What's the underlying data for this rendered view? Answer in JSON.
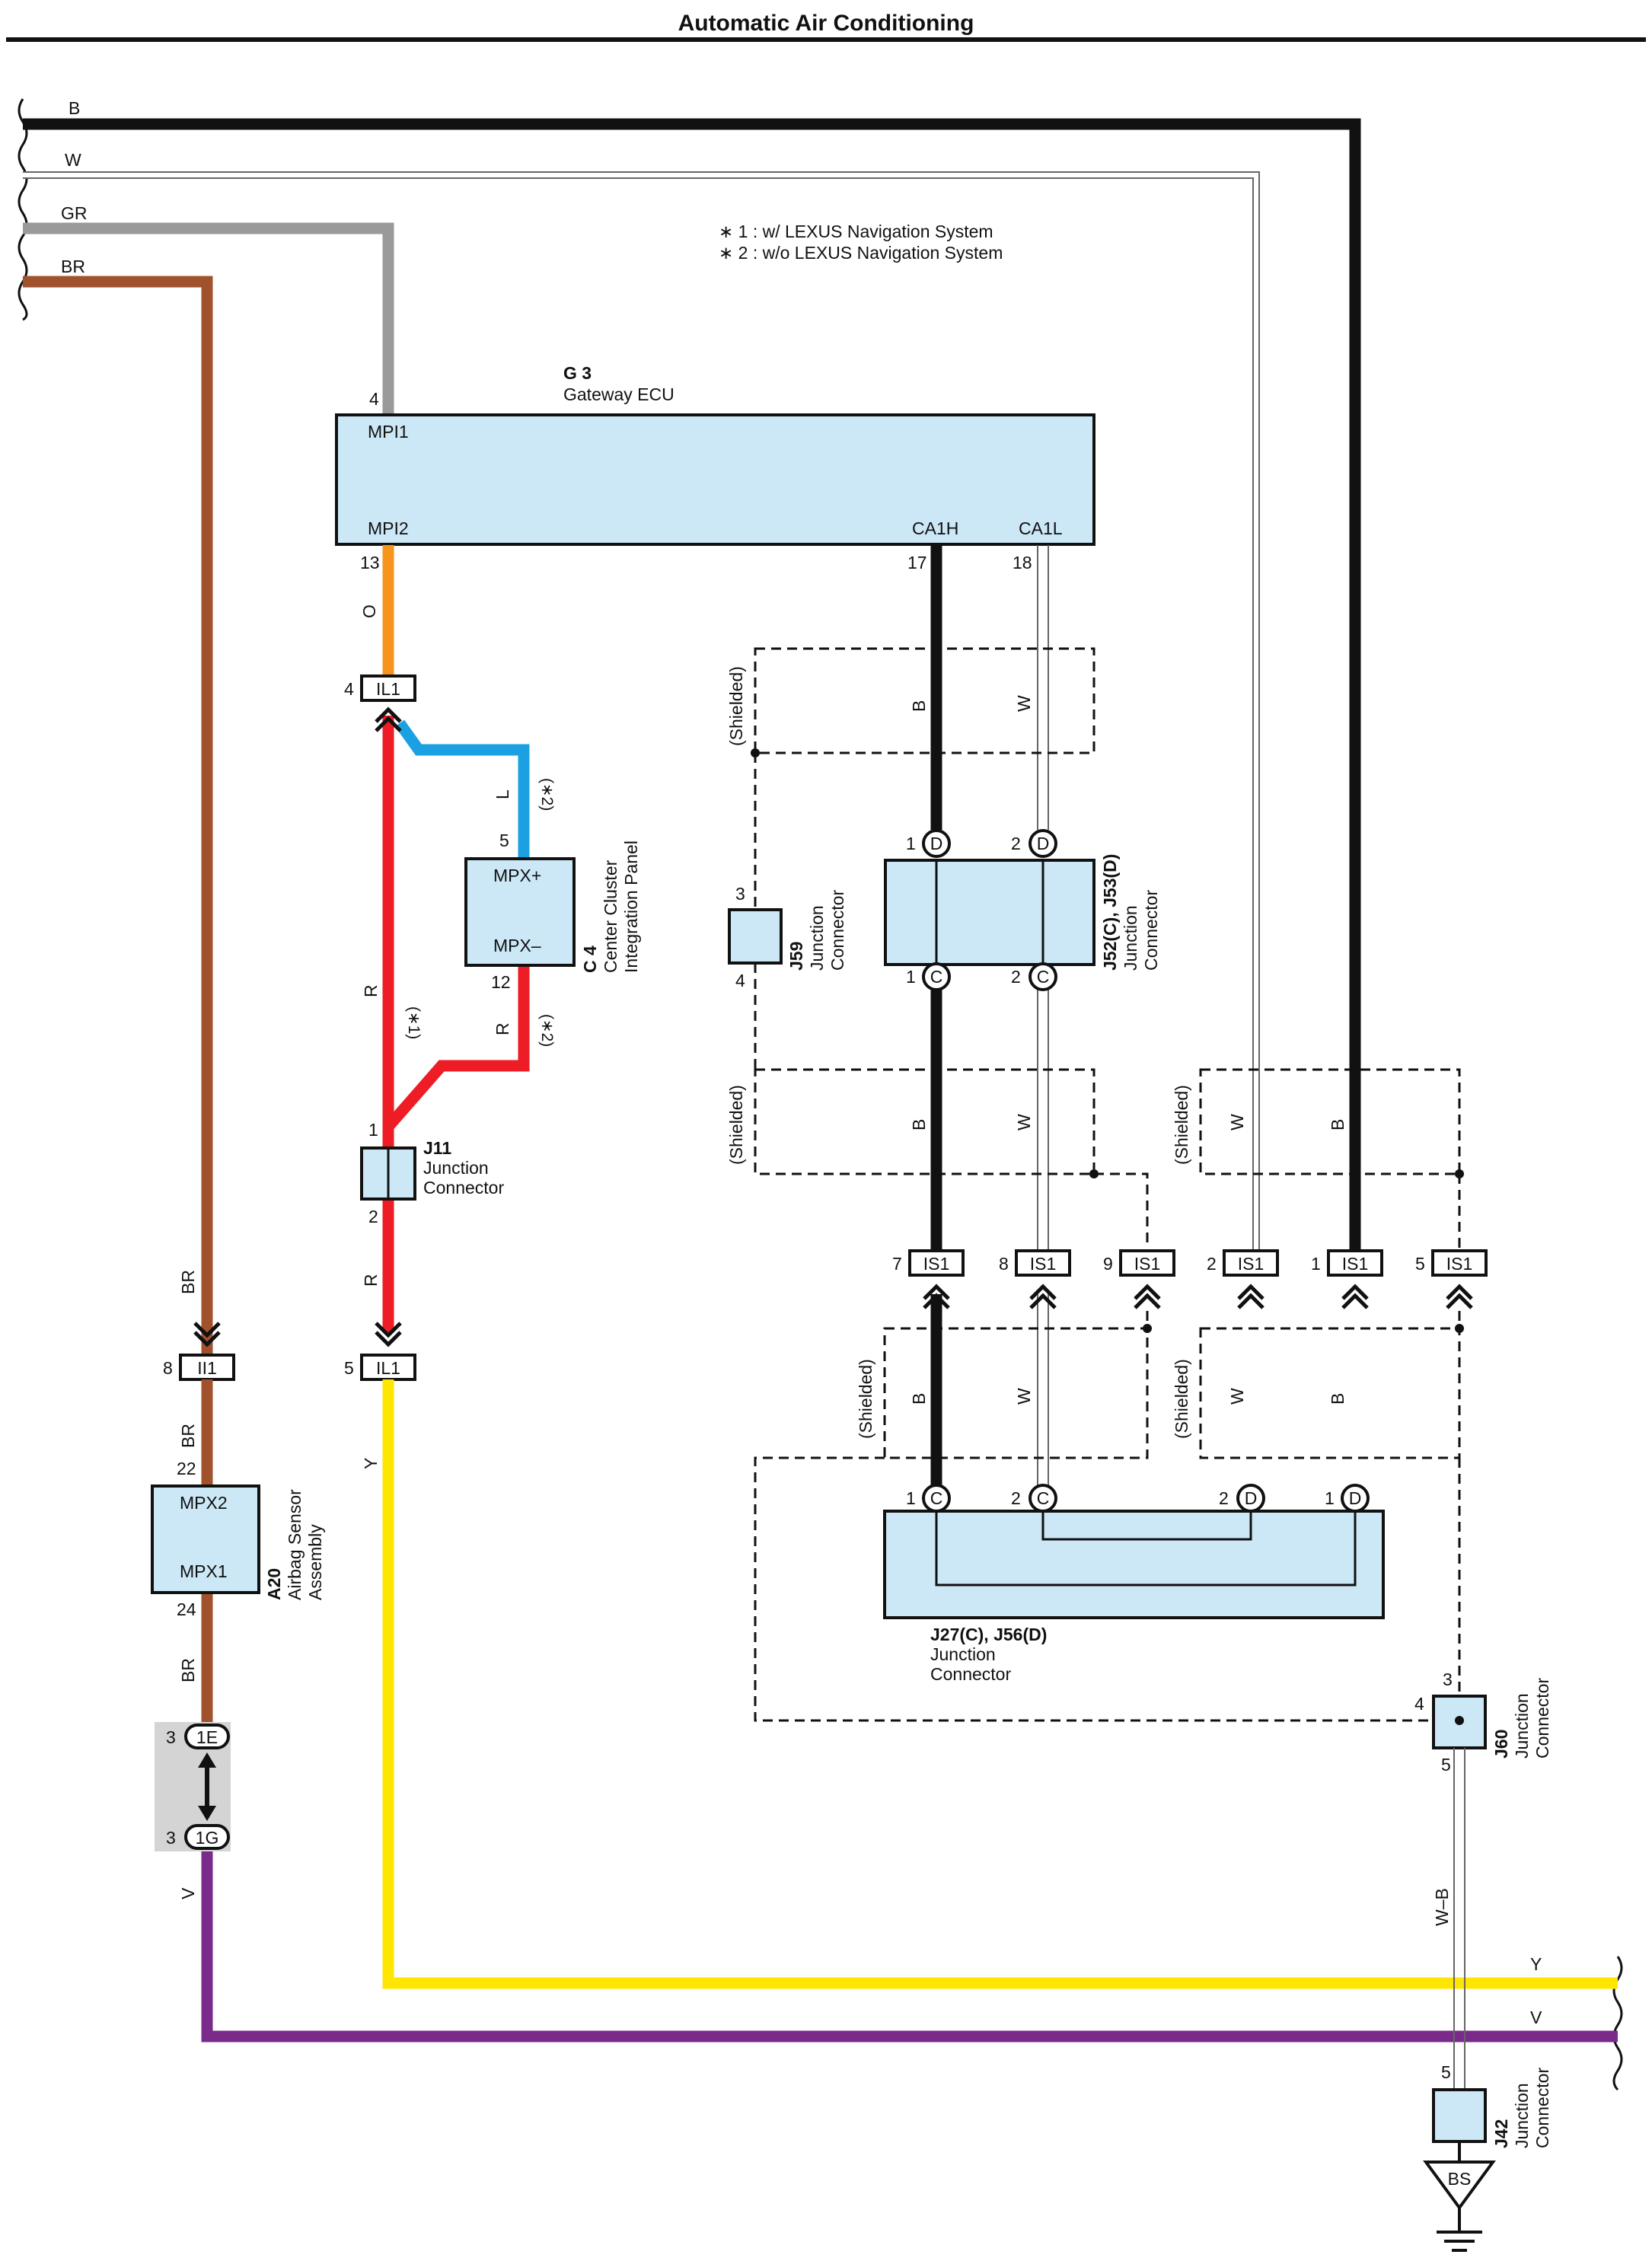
{
  "title": "Automatic Air Conditioning",
  "notes": [
    "∗ 1 : w/ LEXUS Navigation System",
    "∗ 2 : w/o LEXUS Navigation System"
  ],
  "colors": {
    "B": "#111111",
    "W": "#ffffff",
    "GR": "#9a9a9a",
    "BR": "#a0522d",
    "O": "#f7941d",
    "R": "#ee1c24",
    "L": "#1ba1e2",
    "Y": "#ffe600",
    "V": "#7a2a8a"
  },
  "wire_labels": {
    "top_b": "B",
    "top_w": "W",
    "top_gr": "GR",
    "top_br": "BR",
    "o": "O",
    "l": "L",
    "l_note": "(∗2)",
    "r_a": "R",
    "r_a_note": "(∗1)",
    "r_b": "R",
    "r_b_note": "(∗2)",
    "r_c": "R",
    "br_a": "BR",
    "br_b": "BR",
    "br_c": "BR",
    "v": "V",
    "y": "Y",
    "y_right": "Y",
    "v_right": "V",
    "b1": "B",
    "w1": "W",
    "b2": "B",
    "w2": "W",
    "w3": "W",
    "b3": "B",
    "b4": "B",
    "w4": "W",
    "w5": "W",
    "b5": "B",
    "wb": "W–B"
  },
  "shielded": "(Shielded)",
  "components": {
    "gateway": {
      "id": "G 3",
      "name": "Gateway ECU",
      "mpi1": "MPI1",
      "mpi2": "MPI2",
      "ca1h": "CA1H",
      "ca1l": "CA1L",
      "pin_mpi1": "4",
      "pin_mpi2": "13",
      "pin_ca1h": "17",
      "pin_ca1l": "18"
    },
    "c4": {
      "id": "C 4",
      "name_line1": "Center Cluster",
      "name_line2": "Integration Panel",
      "mpxp": "MPX+",
      "mpxm": "MPX–",
      "pin_p": "5",
      "pin_m": "12"
    },
    "j11": {
      "id": "J11",
      "line1": "Junction",
      "line2": "Connector",
      "pin1": "1",
      "pin2": "2"
    },
    "a20": {
      "id": "A20",
      "line1": "Airbag Sensor",
      "line2": "Assembly",
      "mpx2": "MPX2",
      "mpx1": "MPX1",
      "pin2": "22",
      "pin1": "24"
    },
    "j59": {
      "id": "J59",
      "line1": "Junction",
      "line2": "Connector",
      "pin3": "3",
      "pin4": "4"
    },
    "j52": {
      "id": "J52(C), J53(D)",
      "line1": "Junction",
      "line2": "Connector",
      "d": "D",
      "c": "C",
      "p1": "1",
      "p2": "2"
    },
    "j27": {
      "id": "J27(C), J56(D)",
      "line1": "Junction",
      "line2": "Connector",
      "c": "C",
      "d": "D",
      "p1": "1",
      "p2": "2"
    },
    "j60": {
      "id": "J60",
      "line1": "Junction",
      "line2": "Connector",
      "p3": "3",
      "p4": "4",
      "p5": "5"
    },
    "j42": {
      "id": "J42",
      "line1": "Junction",
      "line2": "Connector",
      "p5": "5"
    },
    "ground": "BS"
  },
  "connectors": {
    "il1_top": {
      "label": "IL1",
      "pin": "4"
    },
    "il1_bot": {
      "label": "IL1",
      "pin": "5"
    },
    "ii1": {
      "label": "II1",
      "pin": "8"
    },
    "e1": {
      "label": "1E",
      "pin": "3"
    },
    "g1": {
      "label": "1G",
      "pin": "3"
    },
    "is1": [
      {
        "label": "IS1",
        "pin": "7"
      },
      {
        "label": "IS1",
        "pin": "8"
      },
      {
        "label": "IS1",
        "pin": "9"
      },
      {
        "label": "IS1",
        "pin": "2"
      },
      {
        "label": "IS1",
        "pin": "1"
      },
      {
        "label": "IS1",
        "pin": "5"
      }
    ]
  }
}
